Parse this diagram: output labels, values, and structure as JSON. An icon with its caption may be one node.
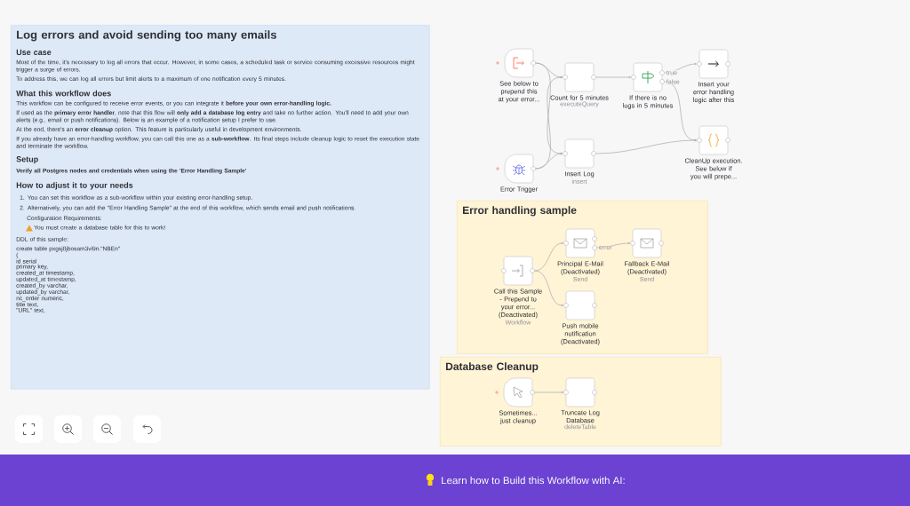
{
  "diagram": {
    "nodes": [
      {
        "text": [
          "Log errors and avoid sending too many emails",
          "Use case",
          "Most of the time, it's necessary to log all errors that occur. However, in some cases, a scheduled task or service consuming excessive resources might trigger a surge of errors.",
          "To address this, we can log all errors but limit alerts to a maximum of one notification every 5 minutes.",
          "What this workflow does",
          "This workflow can be configured to receive error events, or you can integrate it **before your own error-handling logic.**",
          "If used as the **primary error handler**, note that this flow will **only add a database log entry** and take no further action. You'll need to add your own alerts (e.g., email or push notifications). Below is an example of a notification setup I prefer to use.",
          "At the end, there's an **error cleanup** option. This feature is particularly useful in development environments.",
          "If you already have an error-handling workflow, you can call this one as a **sub-workflow**. Its final steps include cleanup logic to reset the execution state and terminate the workflow.",
          "Setup",
          "Verify all Postgres nodes and credentials when using the 'Error Handling Sample'",
          "How to adjust it to your needs",
          "1. You can set this workflow as a sub-workflow within your existing error-handling setup.",
          "2. Alternatively, you can add the \"Error Handling Sample\" at the end of this workflow, which sends email and push notifications.",
          "Configuration Requirements:",
          "You must create a database table for this to work!",
          "DDL of this sample:",
          "create table pxgsj8jbosam3vi9n.\"NBEn\"",
          "(",
          "id serial",
          "primary key,",
          "created_at timestamp,",
          "updated_at timestamp,",
          "created_by varchar,",
          "updated_by varchar,",
          "nc_order numeric,",
          "title text,",
          "\"URL\" text,"
        ]
      },
      {
        "text": [
          "See below to prepend this at your error..."
        ]
      },
      {
        "text": [
          "Error Trigger"
        ]
      },
      {
        "text": [
          "Count for 5 minutes"
        ]
      },
      {
        "text": [
          "Insert Log"
        ]
      },
      {
        "text": [
          "If there is no logs in 5 minutes"
        ]
      },
      {
        "text": [
          "Insert your error handling logic after this"
        ]
      },
      {
        "text": [
          "CleanUp execution. See below if you will prepe..."
        ]
      },
      {
        "text": [
          "Error handling sample"
        ]
      },
      {
        "text": [
          "Call this Sample - Prepend to your error...",
          "(Deactivated)"
        ],
        "in": 8
      },
      {
        "text": [
          "Principal E-Mail",
          "(Deactivated)"
        ],
        "in": 8
      },
      {
        "text": [
          "Fallback E-Mail",
          "(Deactivated)"
        ],
        "in": 8
      },
      {
        "text": [
          "Push mobile notification",
          "(Deactivated)"
        ],
        "in": 8
      },
      {
        "text": [
          "Database Cleanup"
        ]
      },
      {
        "text": [
          "Sometimes... just cleanup"
        ],
        "in": 13
      },
      {
        "text": [
          "Truncate Log Database"
        ],
        "in": 13
      }
    ],
    "edges": [
      {
        "from": 1,
        "to": 3,
        "arrow": "to"
      },
      {
        "from": 1,
        "to": 4,
        "arrow": "to"
      },
      {
        "from": 2,
        "to": 3,
        "arrow": "to"
      },
      {
        "from": 2,
        "to": 4,
        "arrow": "to"
      },
      {
        "from": 3,
        "to": 5,
        "arrow": "to"
      },
      {
        "from": 5,
        "to": 6,
        "arrow": "to",
        "label": "true"
      },
      {
        "from": 5,
        "to": 7,
        "arrow": "to",
        "label": "false"
      },
      {
        "from": 4,
        "to": 7,
        "arrow": "to"
      },
      {
        "from": 9,
        "to": 10,
        "arrow": "to"
      },
      {
        "from": 9,
        "to": 12,
        "arrow": "to"
      },
      {
        "from": 10,
        "to": 11,
        "arrow": "to",
        "label": "error"
      },
      {
        "from": 14,
        "to": 15,
        "arrow": "to"
      }
    ],
    "labels": [
      "executeQuery",
      "insert",
      "Send",
      "Send",
      "Workflow",
      "deleteTable",
      "Learn how to Build this Workflow with AI:"
    ]
  }
}
